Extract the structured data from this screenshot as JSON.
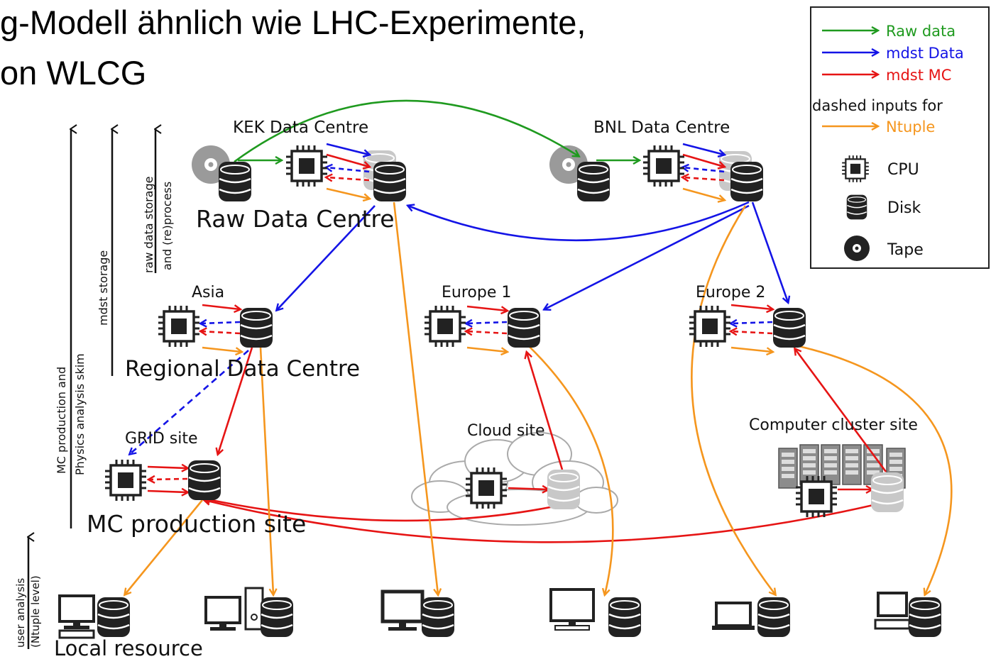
{
  "slide": {
    "title_line1": "g-Modell ähnlich wie LHC-Experimente,",
    "title_line2": "on WLCG"
  },
  "legend": {
    "raw_data": "Raw data",
    "mdst_data": "mdst Data",
    "mdst_mc": "mdst MC",
    "dashed_note": "dashed  inputs for",
    "ntuple": "Ntuple",
    "cpu": "CPU",
    "disk": "Disk",
    "tape": "Tape"
  },
  "axes": {
    "raw_storage_line1": "raw data storage",
    "raw_storage_line2": "and (re)process",
    "mdst_storage": "mdst storage",
    "mc_line1": "MC production and",
    "mc_line2": "Physics analysis skim",
    "user_line1": "user analysis",
    "user_line2": "(Ntuple level)"
  },
  "sites": {
    "kek": "KEK Data Centre",
    "bnl": "BNL  Data Centre",
    "raw_centre": "Raw Data Centre",
    "asia": "Asia",
    "europe1": "Europe 1",
    "europe2": "Europe 2",
    "regional": "Regional Data Centre",
    "grid": "GRID site",
    "cloud": "Cloud site",
    "cluster": "Computer cluster site",
    "mc_site": "MC production site",
    "local": "Local resource"
  },
  "colors": {
    "raw": "#1f9a1f",
    "mdst_data": "#1414e6",
    "mdst_mc": "#e61414",
    "ntuple": "#f5961e",
    "dark": "#222222",
    "grey": "#9a9a9a"
  }
}
